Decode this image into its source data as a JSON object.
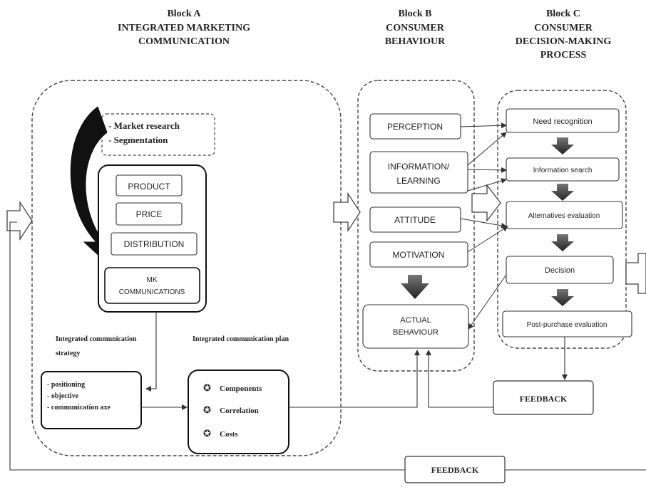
{
  "block_a": {
    "title": "Block A",
    "subtitle_1": "INTEGRATED MARKETING",
    "subtitle_2": "COMMUNICATION",
    "research_1": "- Market research",
    "research_2": "- Segmentation",
    "mix": [
      "PRODUCT",
      "PRICE",
      "DISTRIBUTION"
    ],
    "mk_1": "MK",
    "mk_2": "COMMUNICATIONS",
    "strategy_label_1": "Integrated communication",
    "strategy_label_2": "strategy",
    "plan_label": "Integrated communication plan",
    "strategy_items": [
      "- positioning",
      "- objective",
      "- communication axe"
    ],
    "plan_items": [
      "Components",
      "Correlation",
      "Costs"
    ]
  },
  "block_b": {
    "title": "Block B",
    "subtitle_1": "CONSUMER",
    "subtitle_2": "BEHAVIOUR",
    "perception": "PERCEPTION",
    "information_1": "INFORMATION/",
    "information_2": "LEARNING",
    "attitude": "ATTITUDE",
    "motivation": "MOTIVATION",
    "actual_1": "ACTUAL",
    "actual_2": "BEHAVIOUR"
  },
  "block_c": {
    "title": "Block C",
    "subtitle_1": "CONSUMER",
    "subtitle_2": "DECISION-MAKING",
    "subtitle_3": "PROCESS",
    "steps": [
      "Need recognition",
      "Information search",
      "Alternatives evaluation",
      "Decision",
      "Post-purchase evaluation"
    ]
  },
  "feedback": {
    "inner": "FEEDBACK",
    "outer": "FEEDBACK"
  }
}
